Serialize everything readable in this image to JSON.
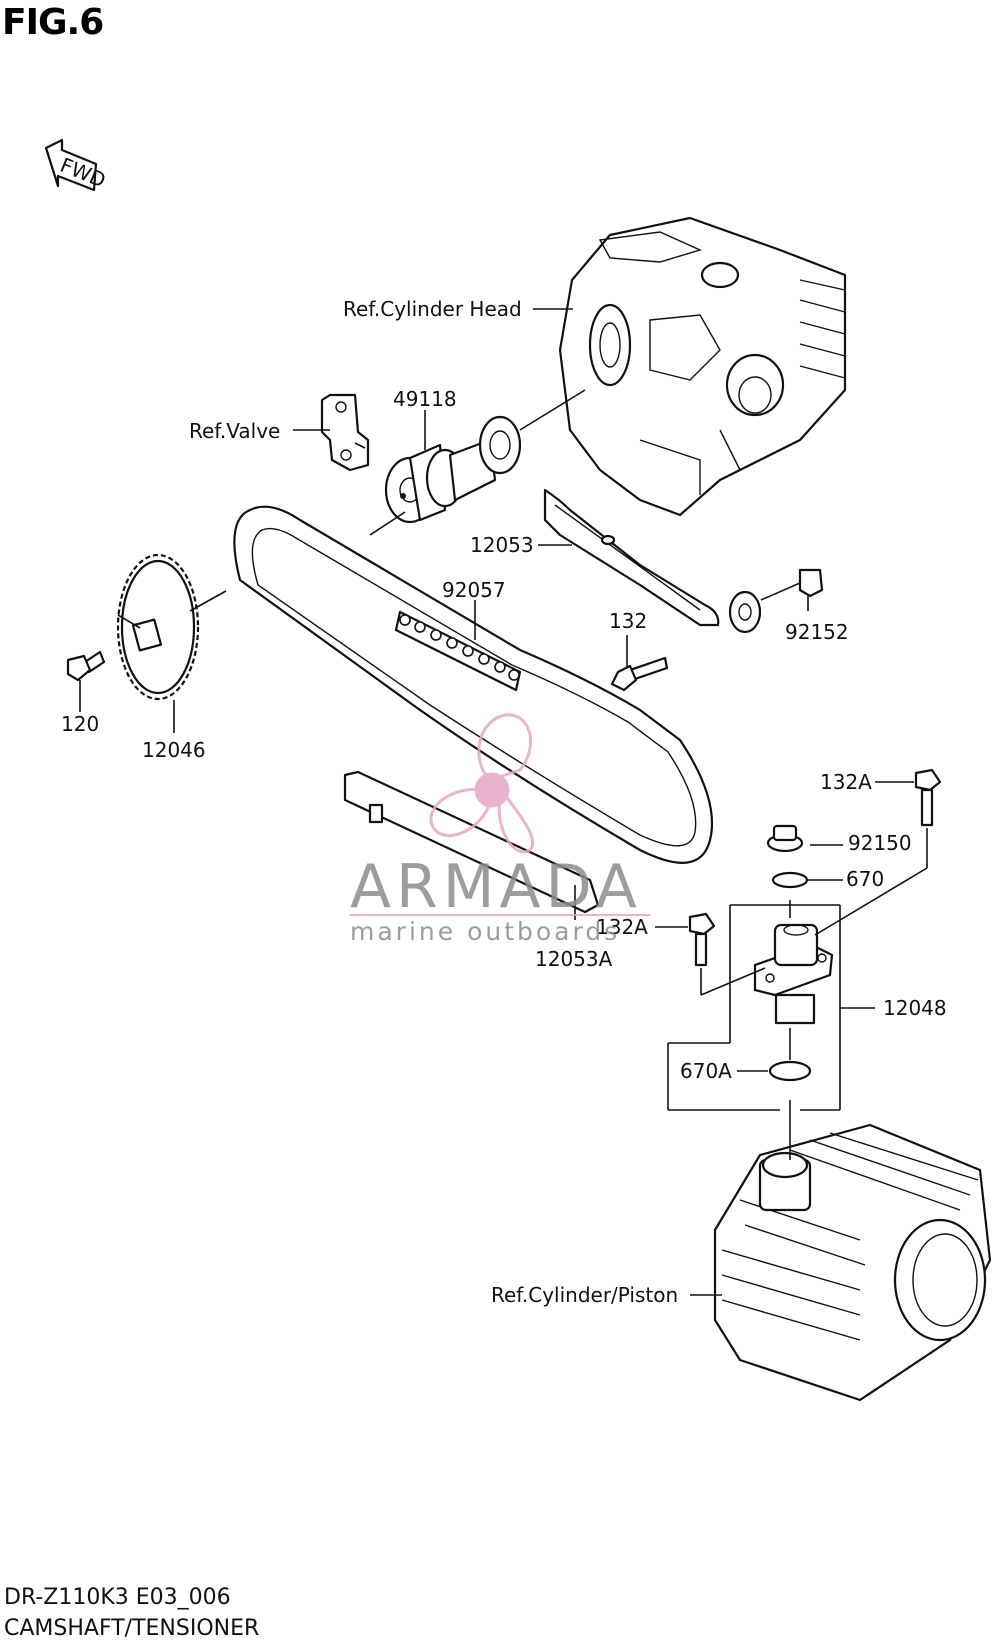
{
  "figure": {
    "title": "FIG.6",
    "fwd_badge": "FWD",
    "model_code": "DR-Z110K3 E03_006",
    "section_name": "CAMSHAFT/TENSIONER"
  },
  "callouts": {
    "ref_cylinder_head": "Ref.Cylinder Head",
    "ref_valve": "Ref.Valve",
    "p49118": "49118",
    "p12053": "12053",
    "p92057": "92057",
    "p132": "132",
    "p92152": "92152",
    "p120": "120",
    "p12046": "12046",
    "p132A_top": "132A",
    "p92150": "92150",
    "p670": "670",
    "p132A_mid": "132A",
    "p12053A": "12053A",
    "p12048": "12048",
    "p670A": "670A",
    "ref_cylinder_piston": "Ref.Cylinder/Piston"
  },
  "watermark": {
    "brand": "ARMADA",
    "tagline": "marine outboards",
    "color": "#e7a6c6"
  },
  "colors": {
    "line": "#111111",
    "background": "#ffffff"
  }
}
